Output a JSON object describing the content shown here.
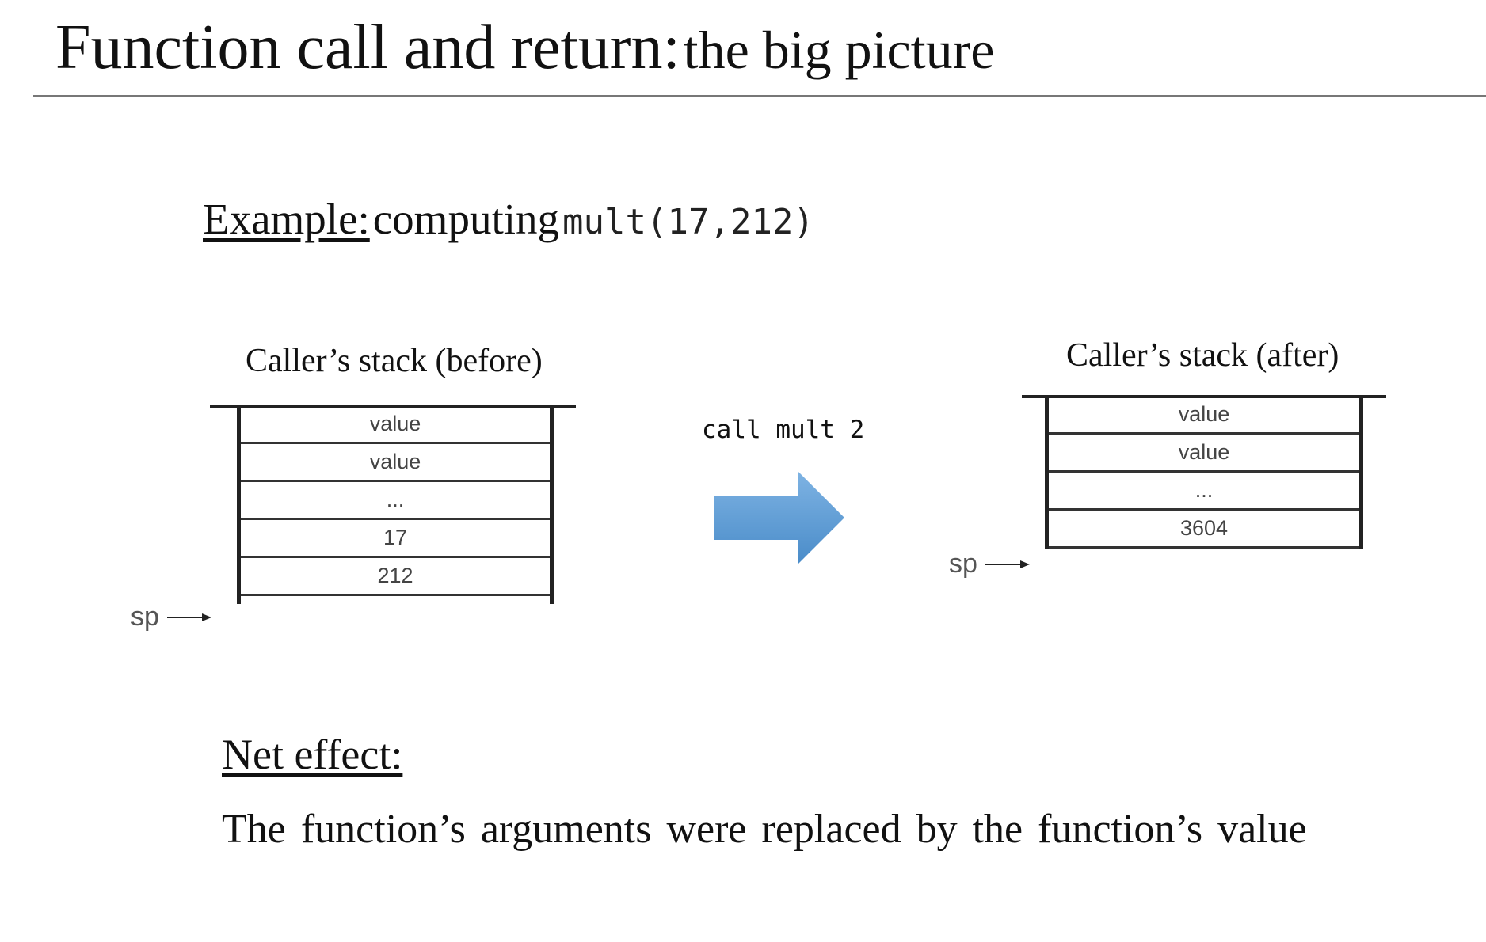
{
  "title": {
    "main": "Function call and return:",
    "sub": "the big picture"
  },
  "example": {
    "label": "Example:",
    "text": "computing",
    "code": "mult(17,212)"
  },
  "before": {
    "caption": "Caller’s stack (before)",
    "cells": [
      "value",
      "value",
      "...",
      "17",
      "212",
      ""
    ],
    "sp_label": "sp"
  },
  "command": {
    "text": "call mult 2"
  },
  "after": {
    "caption": "Caller’s stack (after)",
    "cells": [
      "value",
      "value",
      "...",
      "3604"
    ],
    "sp_label": "sp"
  },
  "net_effect": {
    "label": "Net effect:",
    "text": "The function’s arguments were replaced by the function’s value"
  },
  "colors": {
    "arrow": "#5b9bd5",
    "rule": "#777777"
  },
  "icons": {
    "call_arrow": "right-block-arrow",
    "sp_arrow": "right-arrow"
  }
}
